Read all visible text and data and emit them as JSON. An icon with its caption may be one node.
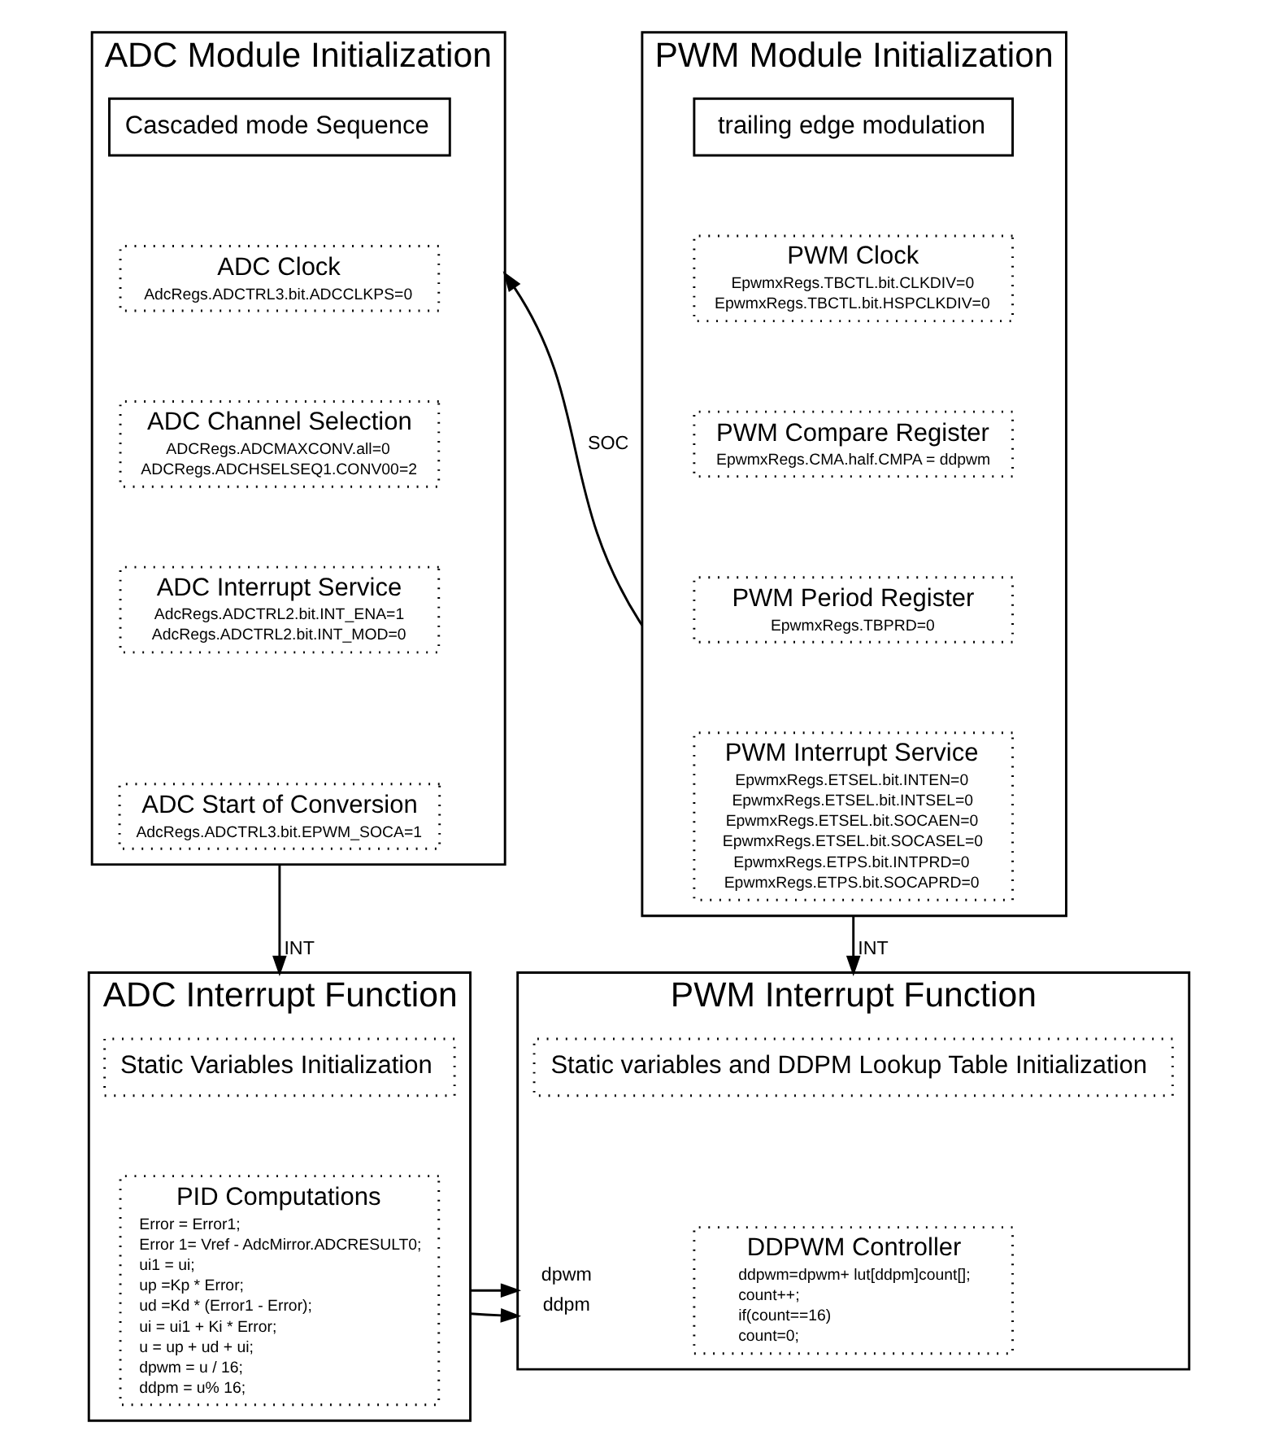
{
  "diagram": {
    "nodes": [
      {
        "text": [
          "ADC Module Initialization"
        ]
      },
      {
        "text": [
          "Cascaded mode Sequence"
        ],
        "in": 0
      },
      {
        "text": [
          "ADC Clock",
          "AdcRegs.ADCTRL3.bit.ADCCLKPS=0"
        ],
        "in": 0
      },
      {
        "text": [
          "ADC Channel Selection",
          "ADCRegs.ADCMAXCONV.all=0",
          "ADCRegs.ADCHSELSEQ1.CONV00=2"
        ],
        "in": 0
      },
      {
        "text": [
          "ADC Interrupt Service",
          "AdcRegs.ADCTRL2.bit.INT_ENA=1",
          "AdcRegs.ADCTRL2.bit.INT_MOD=0"
        ],
        "in": 0
      },
      {
        "text": [
          "ADC Start of Conversion",
          "AdcRegs.ADCTRL3.bit.EPWM_SOCA=1"
        ],
        "in": 0
      },
      {
        "text": [
          "PWM Module Initialization"
        ]
      },
      {
        "text": [
          "trailing edge modulation"
        ],
        "in": 6
      },
      {
        "text": [
          "PWM Clock",
          "EpwmxRegs.TBCTL.bit.CLKDIV=0",
          "EpwmxRegs.TBCTL.bit.HSPCLKDIV=0"
        ],
        "in": 6
      },
      {
        "text": [
          "PWM Compare Register",
          "EpwmxRegs.CMA.half.CMPA = ddpwm"
        ],
        "in": 6
      },
      {
        "text": [
          "PWM Period Register",
          "EpwmxRegs.TBPRD=0"
        ],
        "in": 6
      },
      {
        "text": [
          "PWM Interrupt Service",
          "EpwmxRegs.ETSEL.bit.INTEN=0",
          "EpwmxRegs.ETSEL.bit.INTSEL=0",
          "EpwmxRegs.ETSEL.bit.SOCAEN=0",
          "EpwmxRegs.ETSEL.bit.SOCASEL=0",
          "EpwmxRegs.ETPS.bit.INTPRD=0",
          "EpwmxRegs.ETPS.bit.SOCAPRD=0"
        ],
        "in": 6
      },
      {
        "text": [
          "ADC Interrupt Function"
        ]
      },
      {
        "text": [
          "Static Variables Initialization"
        ],
        "in": 12
      },
      {
        "text": [
          "PID Computations",
          "Error = Error1;",
          "Error 1= Vref - AdcMirror.ADCRESULT0;",
          "ui1 = ui;",
          "up =Kp * Error;",
          "ud =Kd * (Error1 - Error);",
          "ui = ui1 + Ki * Error;",
          "u = up + ud + ui;",
          "dpwm = u / 16;",
          "ddpm = u% 16;"
        ],
        "in": 12
      },
      {
        "text": [
          "PWM Interrupt Function"
        ]
      },
      {
        "text": [
          "Static variables and DDPM Lookup Table Initialization"
        ],
        "in": 15
      },
      {
        "text": [
          "DDPWM Controller",
          "ddpwm=dpwm+ lut[ddpm]count[];",
          "count++;",
          "if(count==16)",
          "count=0;"
        ],
        "in": 15
      }
    ],
    "edges": [
      {
        "from": 6,
        "to": 0,
        "arrow": "to",
        "label": "SOC"
      },
      {
        "from": 0,
        "to": 12,
        "arrow": "to",
        "label": "INT"
      },
      {
        "from": 6,
        "to": 15,
        "arrow": "to",
        "label": "INT"
      },
      {
        "from": 12,
        "to": 15,
        "arrow": "to",
        "label": "dpwm"
      },
      {
        "from": 12,
        "to": 15,
        "arrow": "to",
        "label": "ddpm"
      }
    ]
  }
}
